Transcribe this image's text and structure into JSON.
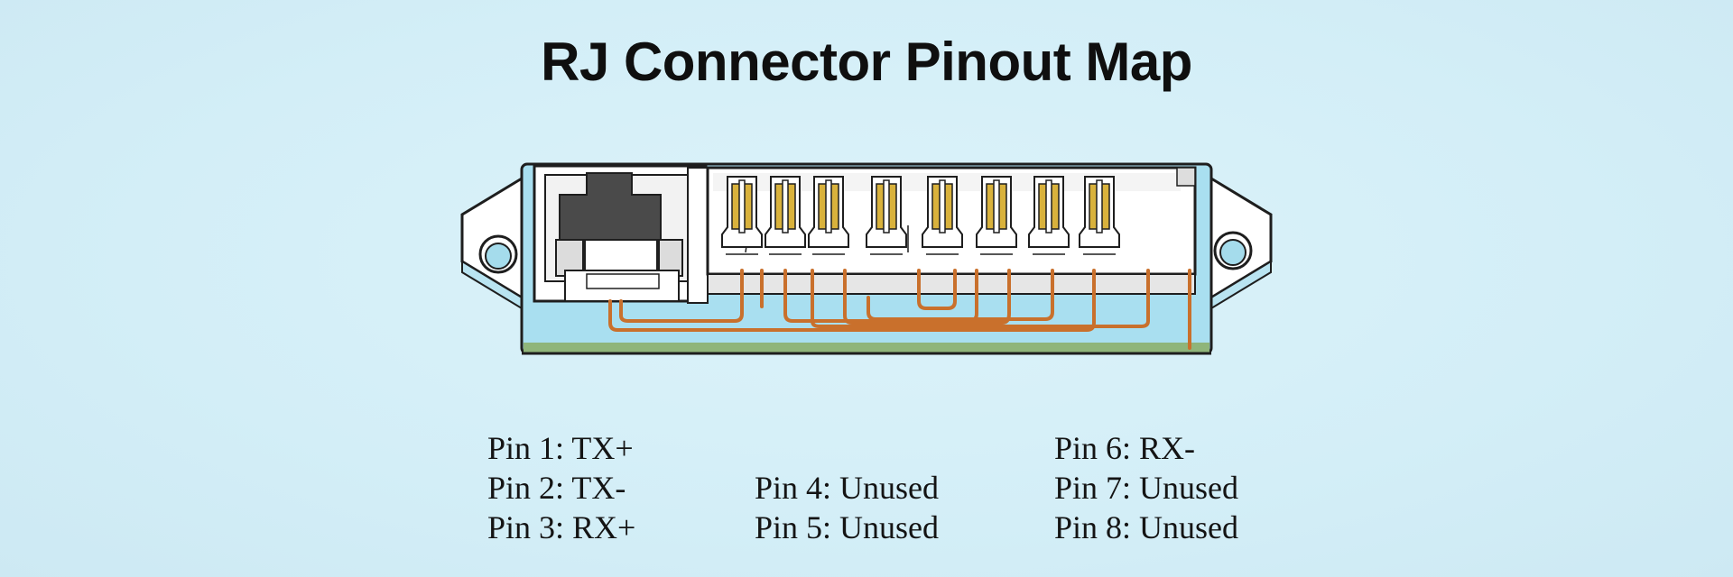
{
  "title": "RJ Connector Pinout Map",
  "pins": [
    {
      "number": 1,
      "label": "Pin 1: TX+"
    },
    {
      "number": 2,
      "label": "Pin 2: TX-"
    },
    {
      "number": 3,
      "label": "Pin 3: RX+"
    },
    {
      "number": 4,
      "label": "Pin 4: Unused"
    },
    {
      "number": 5,
      "label": "Pin 5: Unused"
    },
    {
      "number": 6,
      "label": "Pin 6: RX-"
    },
    {
      "number": 7,
      "label": "Pin 7: Unused"
    },
    {
      "number": 8,
      "label": "Pin 8: Unused"
    }
  ],
  "colors": {
    "background": "#d3eef7",
    "board": "#a9dff0",
    "board_edge": "#7fa56a",
    "wire": "#c9702c",
    "contact_gold": "#d9b23c",
    "socket_dark": "#4a4a4a"
  }
}
